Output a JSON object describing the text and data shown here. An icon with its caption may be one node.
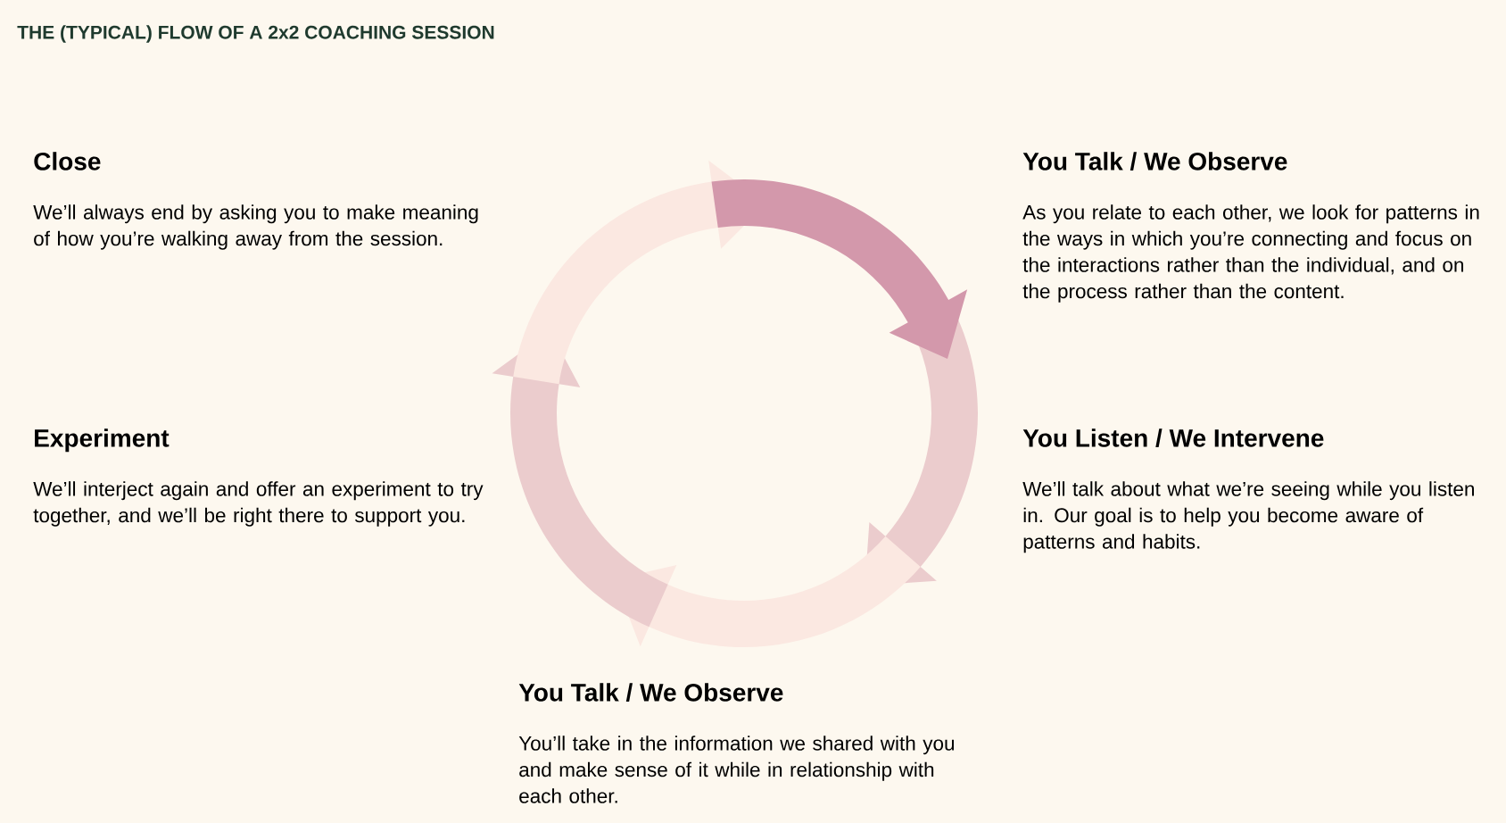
{
  "diagram": {
    "title": "THE (TYPICAL) FLOW OF A 2x2 COACHING SESSION",
    "labels": [
      "Close",
      "We’ll always end by asking you to make meaning of how you’re walking away from the session.",
      "You Talk / We Observe",
      "As you relate to each other, we look for patterns in the ways in which you’re connecting and focus on the interactions rather than the individual, and on the process rather than the content.",
      "Experiment",
      "We’ll interject again and offer an experiment to try together, and we’ll be right there to support you.",
      "You Listen / We Intervene",
      "We’ll talk about what we’re seeing while you listen in. Our goal is to help you become aware of patterns and habits.",
      "You Talk / We Observe",
      "You’ll take in the information we shared with you and make sense of it while in relationship with each other."
    ]
  }
}
